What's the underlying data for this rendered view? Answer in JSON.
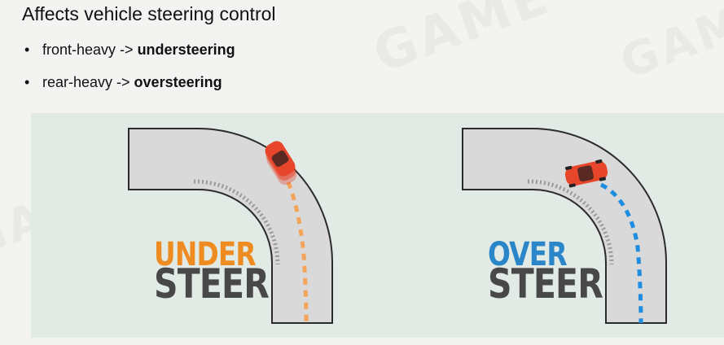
{
  "title": "Affects vehicle steering control",
  "bullets": [
    {
      "prefix": "front-heavy -> ",
      "emphasis": "understeering"
    },
    {
      "prefix": "rear-heavy -> ",
      "emphasis": "oversteering"
    }
  ],
  "figure": {
    "understeer": {
      "word1": "UNDER",
      "word2": "STEER",
      "word1_color": "#ee8c22",
      "word2_color": "#484848",
      "path_color": "#f2a55b"
    },
    "oversteer": {
      "word1": "OVER",
      "word2": "STEER",
      "word1_color": "#2a86c8",
      "word2_color": "#484848",
      "path_color": "#1f8de0"
    },
    "car_color": "#e8462b",
    "road_color": "#d9d9d9"
  }
}
